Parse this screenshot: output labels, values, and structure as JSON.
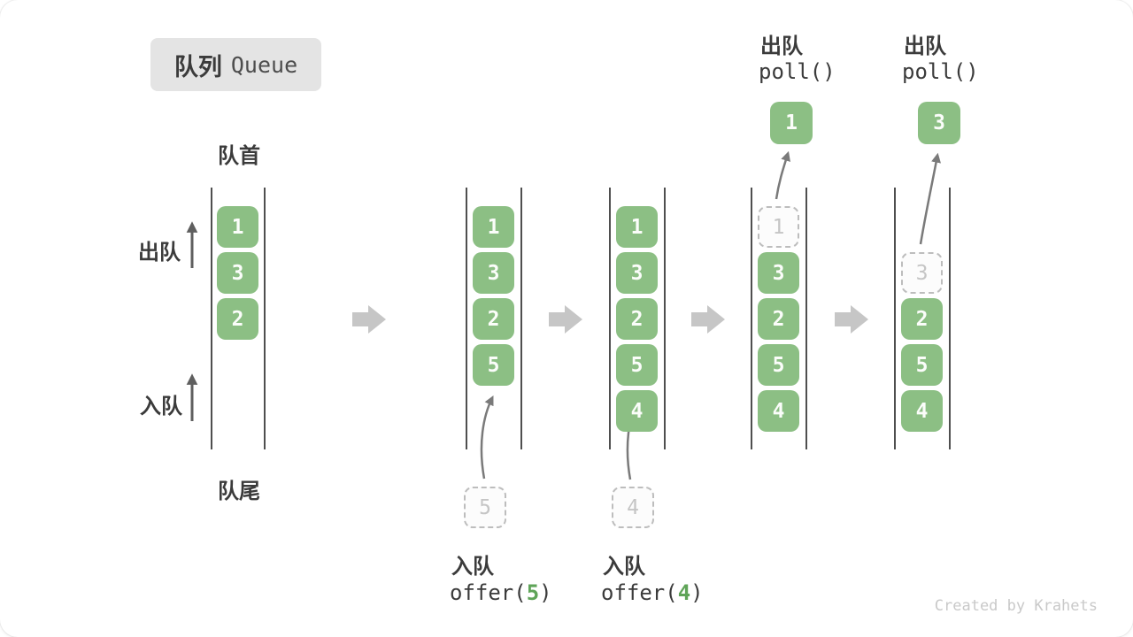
{
  "title": {
    "zh": "队列",
    "en": "Queue"
  },
  "labels": {
    "front": "队首",
    "rear": "队尾",
    "dequeue": "出队",
    "enqueue": "入队"
  },
  "queue_states": [
    {
      "cells": [
        "1",
        "3",
        "2"
      ]
    },
    {
      "cells": [
        "1",
        "3",
        "2",
        "5"
      ],
      "incoming": "5",
      "op": {
        "action": "入队",
        "code_pre": "offer(",
        "code_arg": "5",
        "code_post": ")"
      }
    },
    {
      "cells": [
        "1",
        "3",
        "2",
        "5",
        "4"
      ],
      "incoming": "4",
      "op": {
        "action": "入队",
        "code_pre": "offer(",
        "code_arg": "4",
        "code_post": ")"
      }
    },
    {
      "cells": [
        "3",
        "2",
        "5",
        "4"
      ],
      "ghost": "1",
      "popped": "1",
      "op": {
        "action": "出队",
        "code": "poll()"
      }
    },
    {
      "cells": [
        "2",
        "5",
        "4"
      ],
      "ghost": "3",
      "popped": "3",
      "op": {
        "action": "出队",
        "code": "poll()"
      }
    }
  ],
  "watermark": "Created by Krahets",
  "colors": {
    "green": "#8cbf84",
    "green-code": "#5fa458",
    "ghost-border": "#bdbdbd",
    "ghost-text": "#c5c5c5",
    "line": "#4f4f4f",
    "arrow": "#7a7a7a",
    "block-arrow": "#c6c6c6",
    "text": "#3b3b3b",
    "badge-bg": "#e4e4e4",
    "watermark-color": "#c9c9c9"
  }
}
